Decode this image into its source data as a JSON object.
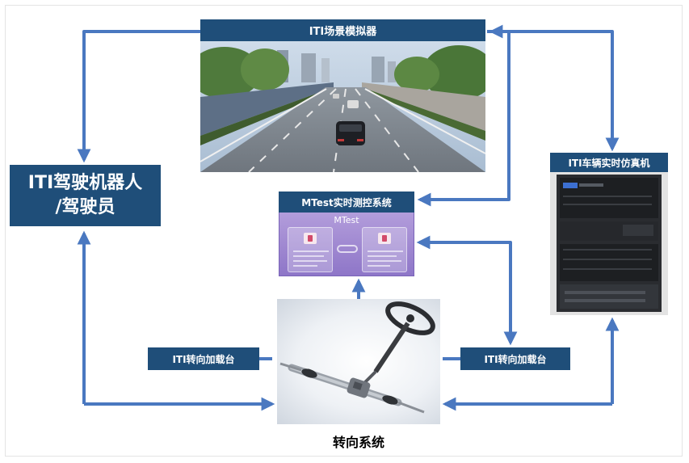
{
  "nodes": {
    "scene_simulator": "ITI场景模拟器",
    "driver_robot_line1": "ITI驾驶机器人",
    "driver_robot_line2": "/驾驶员",
    "vehicle_simulator": "ITI车辆实时仿真机",
    "mtest_system": "MTest实时测控系统",
    "load_left": "ITI转向加载台",
    "load_right": "ITI转向加载台",
    "steering_system": "转向系统"
  },
  "mtest_screen": {
    "title": "MTest"
  },
  "colors": {
    "label_bg": "#1f4e79",
    "arrow": "#4a78c0",
    "mtest_panel": "#9d86d2"
  },
  "icons": {
    "scene": "road-scene-image",
    "cabinet": "server-rack-image",
    "steering": "steering-column-image"
  }
}
